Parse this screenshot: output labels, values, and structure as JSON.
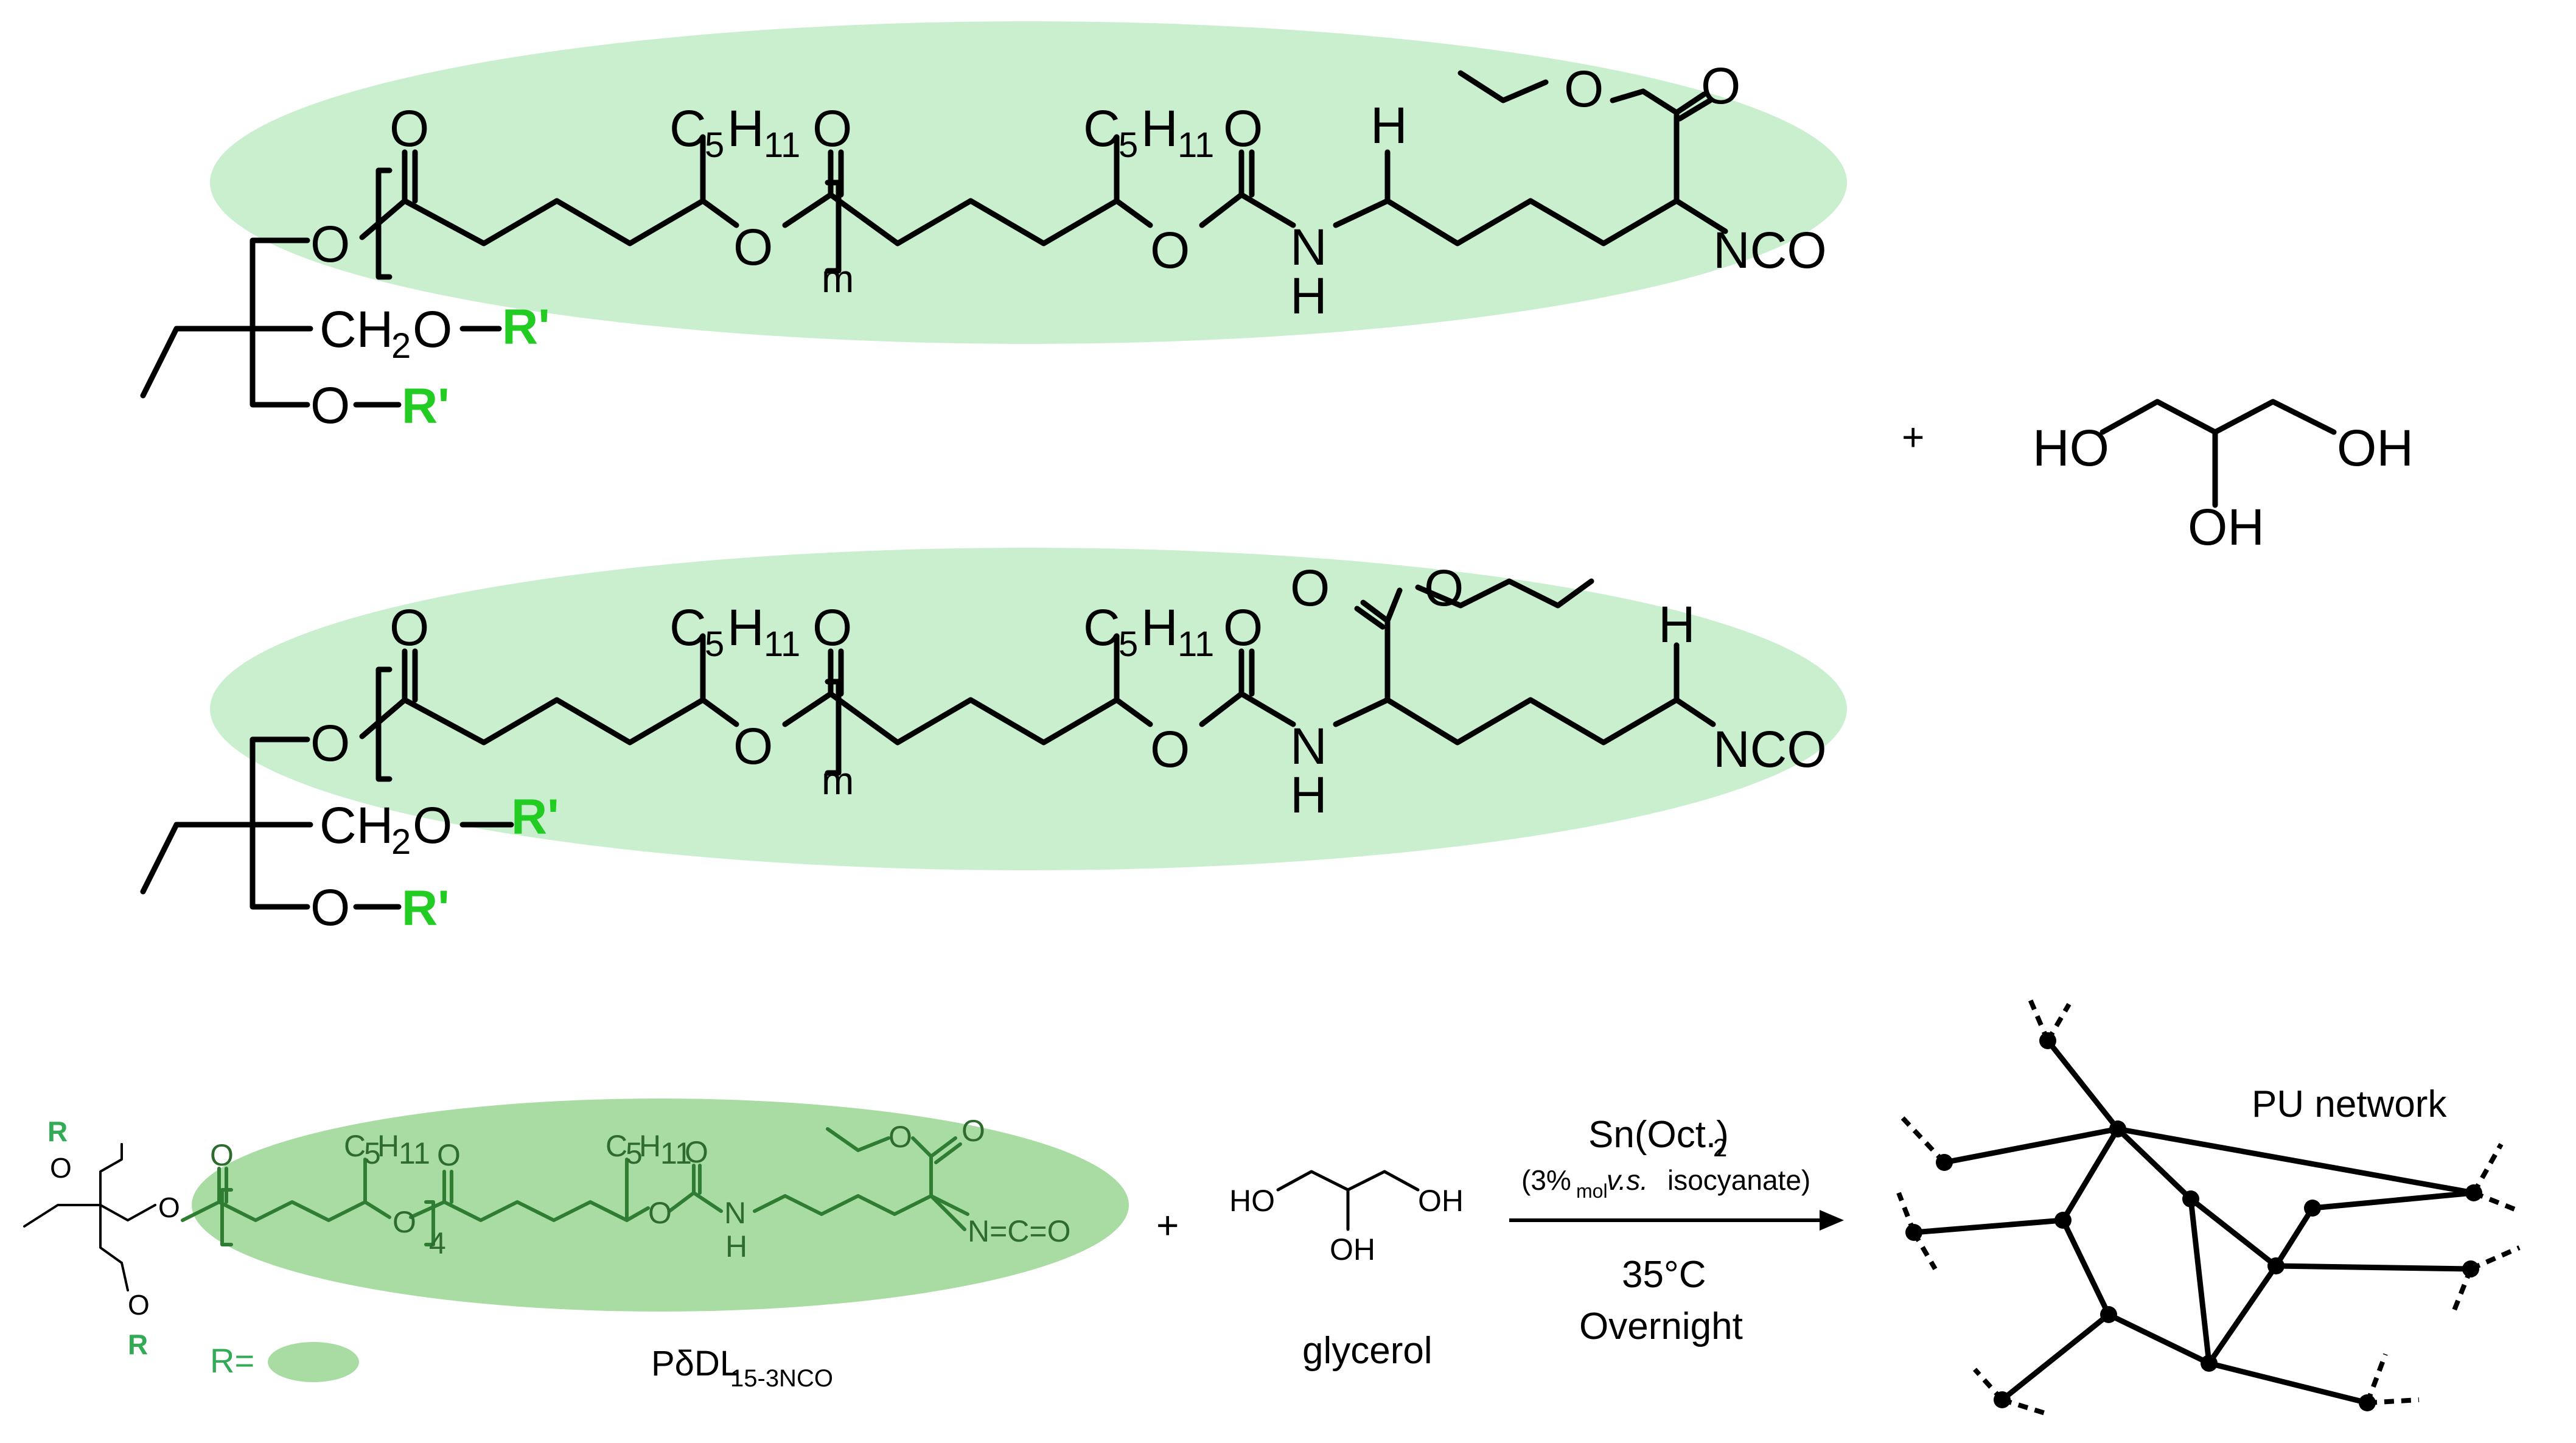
{
  "colors": {
    "ellipse_fill": "#c9efcf",
    "ellipse_fill_dark": "#a9dca2",
    "r_prime": "#22cc22",
    "r_small": "#33aa55",
    "lines": "#000000"
  },
  "top_structure": {
    "atoms": [
      "O",
      "O",
      "O",
      "O",
      "O",
      "O",
      "O",
      "O",
      "N",
      "H",
      "H",
      "NCO"
    ],
    "c5h11": [
      "C",
      "5",
      "H",
      "11"
    ],
    "m": "m",
    "ch2o": [
      "CH",
      "2",
      "O"
    ],
    "r_prime": "R'"
  },
  "middle_structure": {
    "m": "m",
    "r_prime": "R'",
    "nco": "NCO",
    "h": "H"
  },
  "glycerol_big": {
    "ho_left": "HO",
    "oh_right": "OH",
    "oh_bottom": "OH"
  },
  "plus_sign": "+",
  "bottom": {
    "r_label": "R",
    "r_eq": "R=",
    "repeat": "4",
    "c5h11_small": [
      "C",
      "5",
      "H",
      "11"
    ],
    "nco_small": "N=C=O",
    "n_small": "N",
    "h_small": "H",
    "polymer_name": [
      "PδDL",
      "15-3NCO"
    ],
    "plus": "+",
    "glycerol_name": "glycerol",
    "glycerol_ho": "HO",
    "glycerol_oh": "OH",
    "catalyst": [
      "Sn(Oct.)",
      "2"
    ],
    "ratio": [
      "(3%",
      "mol",
      " v.s.",
      " isocyanate)"
    ],
    "temperature": "35°C",
    "time": "Overnight",
    "product": "PU network"
  }
}
